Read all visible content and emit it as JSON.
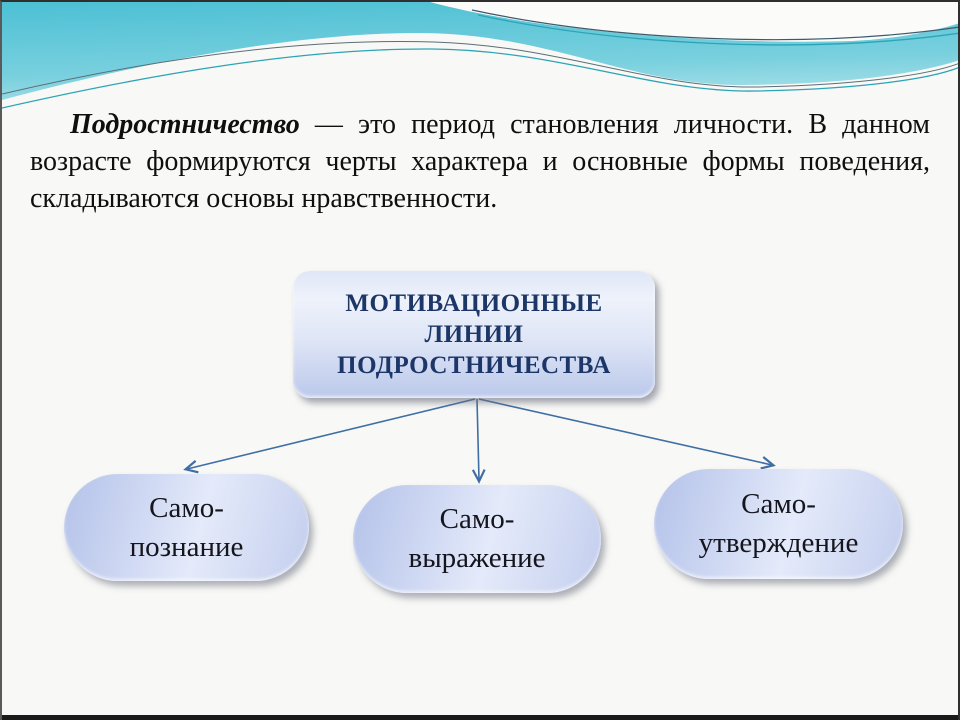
{
  "slide": {
    "intro": {
      "lead": "Подростничество",
      "rest": " — это период становления личности. В данном возрасте формируются черты характера и основные формы поведения, складываются основы нравственности."
    },
    "diagram": {
      "root": {
        "line1": "МОТИВАЦИОННЫЕ",
        "line2": "ЛИНИИ",
        "line3": "ПОДРОСТНИЧЕСТВА"
      },
      "nodes": [
        {
          "line1": "Само-",
          "line2": "познание"
        },
        {
          "line1": "Само-",
          "line2": "выражение"
        },
        {
          "line1": "Само-",
          "line2": "утверждение"
        }
      ]
    },
    "colors": {
      "header_teal": "#52c4d6",
      "header_teal_light": "#b2e3ea",
      "accent_line_teal": "#2ba4b6",
      "accent_line_gray": "#5d6e76",
      "node_fill": "#ccd6f1",
      "node_text_dark": "#1c3667",
      "body_text": "#0f0f0f",
      "arrow": "#3f6ea5",
      "bottom_border": "#1a1a1a"
    }
  }
}
